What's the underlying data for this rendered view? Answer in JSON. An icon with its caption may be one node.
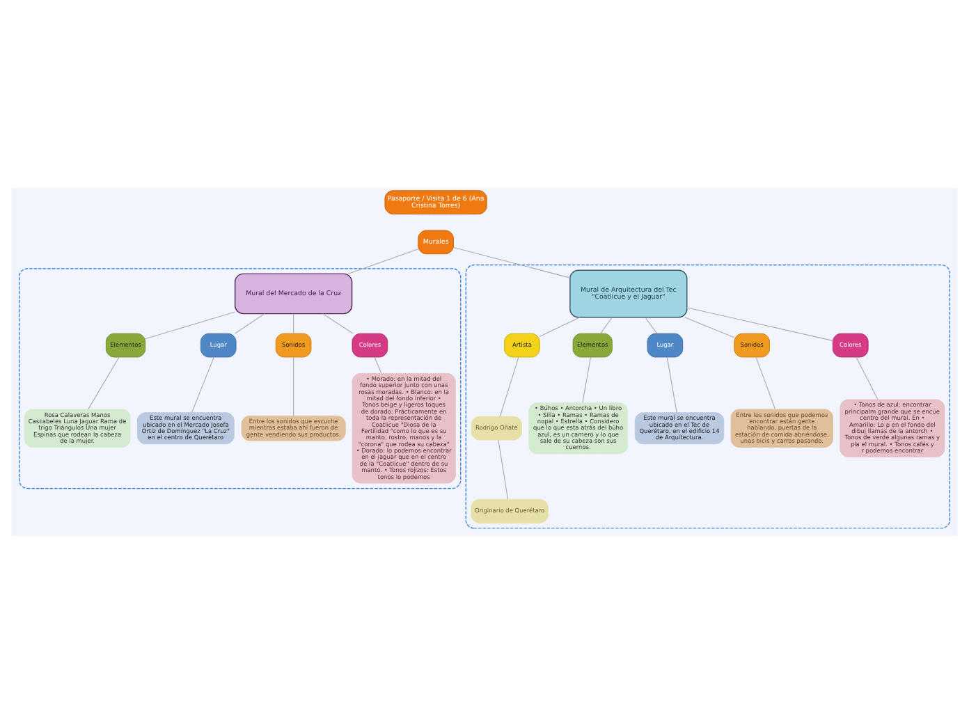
{
  "diagram": {
    "nodes": [
      {
        "text": [
          "Pasaporte / Visita 1 de 6 (Ana Cristina Torres)"
        ]
      },
      {
        "text": [
          "Murales"
        ]
      },
      {
        "text": [],
        "shape": "box"
      },
      {
        "text": [
          "Mural del Mercado de la Cruz"
        ],
        "in": 2
      },
      {
        "text": [
          "Elementos"
        ],
        "in": 2
      },
      {
        "text": [
          "Lugar"
        ],
        "in": 2
      },
      {
        "text": [
          "Sonidos"
        ],
        "in": 2
      },
      {
        "text": [
          "Colores"
        ],
        "in": 2
      },
      {
        "text": [
          "Rosa Calaveras Manos Cascabeles Luna Jaguar Rama de trigo Triángulos Una mujer Espinas que rodean la cabeza de la mujer."
        ],
        "in": 2
      },
      {
        "text": [
          "Este mural se encuentra ubicado en el Mercado Josefa Ortiz de Domínguez \"La Cruz\" en el centro de Querétaro"
        ],
        "in": 2
      },
      {
        "text": [
          "Entre los sonidos que escuche mientras estaba ahí fueron de gente vendiendo sus productos."
        ],
        "in": 2
      },
      {
        "text": [
          "• Morado: en la mitad del fondo superior junto con unas rosas moradas. • Blanco: en la mitad del fondo inferior • Tonos beige y ligeros toques de dorado: Prácticamente en toda la representación de Coatlicue \"Diosa de la Fertilidad \"como lo que es su manto, rostro, manos y la \"corona\" que rodea su cabeza\" • Dorado: lo podemos encontrar en el jaguar que en el centro de la \"Coatlicue\" dentro de su manto. • Tonos rojizos: Estos tonos lo podemos"
        ],
        "in": 2
      },
      {
        "text": [],
        "shape": "box"
      },
      {
        "text": [
          "Mural de Arquitectura del Tec \"Coatlicue y el Jaguar\""
        ],
        "in": 12
      },
      {
        "text": [
          "Artista"
        ],
        "in": 12
      },
      {
        "text": [
          "Elementos"
        ],
        "in": 12
      },
      {
        "text": [
          "Lugar"
        ],
        "in": 12
      },
      {
        "text": [
          "Sonidos"
        ],
        "in": 12
      },
      {
        "text": [
          "Colores"
        ],
        "in": 12
      },
      {
        "text": [
          "Rodrigo Oñate"
        ],
        "in": 12
      },
      {
        "text": [
          "Originario de Querétaro"
        ],
        "in": 12
      },
      {
        "text": [
          "• Búhos • Antorcha • Un libro • Silla • Ramas • Ramas de nopal • Estrella • Considero que lo que esta atrás del búho azul, es un carnero y lo que sale de su cabeza son sus cuernos."
        ],
        "in": 12
      },
      {
        "text": [
          "Este mural se encuentra ubicado en el Tec de Querétaro, en el edificio 14 de Arquitectura."
        ],
        "in": 12
      },
      {
        "text": [
          "Entre los sonidos que podemos encontrar están gente hablando, puertas de la estación de comida abriéndose, unas bicis y carros pasando."
        ],
        "in": 12
      },
      {
        "text": [
          "• Tonos de azul: encontrar principalm grande que se encue centro del mural. En • Amarillo: Lo p en el fondo del dibuj llamas de la antorch • Tonos de verde algunas ramas y pla el mural. • Tonos cafés y r podemos encontrar"
        ],
        "in": 12
      }
    ],
    "edges": [
      {
        "from": 1,
        "to": 3,
        "arrow": "none"
      },
      {
        "from": 1,
        "to": 13,
        "arrow": "none"
      },
      {
        "from": 3,
        "to": 4,
        "arrow": "none"
      },
      {
        "from": 3,
        "to": 5,
        "arrow": "none"
      },
      {
        "from": 3,
        "to": 6,
        "arrow": "none"
      },
      {
        "from": 3,
        "to": 7,
        "arrow": "none"
      },
      {
        "from": 4,
        "to": 8,
        "arrow": "none"
      },
      {
        "from": 5,
        "to": 9,
        "arrow": "none"
      },
      {
        "from": 6,
        "to": 10,
        "arrow": "none"
      },
      {
        "from": 7,
        "to": 11,
        "arrow": "none"
      },
      {
        "from": 13,
        "to": 14,
        "arrow": "none"
      },
      {
        "from": 13,
        "to": 15,
        "arrow": "none"
      },
      {
        "from": 13,
        "to": 16,
        "arrow": "none"
      },
      {
        "from": 13,
        "to": 17,
        "arrow": "none"
      },
      {
        "from": 13,
        "to": 18,
        "arrow": "none"
      },
      {
        "from": 14,
        "to": 19,
        "arrow": "none"
      },
      {
        "from": 19,
        "to": 20,
        "arrow": "none"
      },
      {
        "from": 15,
        "to": 21,
        "arrow": "none"
      },
      {
        "from": 16,
        "to": 22,
        "arrow": "none"
      },
      {
        "from": 17,
        "to": 23,
        "arrow": "none"
      },
      {
        "from": 18,
        "to": 24,
        "arrow": "none"
      }
    ]
  }
}
